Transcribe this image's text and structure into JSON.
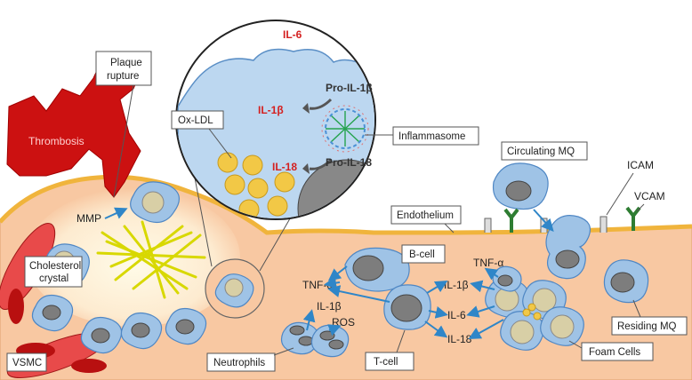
{
  "labels": {
    "il6_top": "IL-6",
    "il1b_big": "IL-1β",
    "pro_il1b": "Pro-IL-1β",
    "pro_il18": "Pro-IL-18",
    "il18_small": "IL-18",
    "ox_ldl": "Ox-LDL",
    "inflammasome": "Inflammasome",
    "plaque_rupture_1": "Plaque",
    "plaque_rupture_2": "rupture",
    "thrombosis": "Thrombosis",
    "mmp": "MMP",
    "cholesterol_1": "Cholesterol",
    "cholesterol_2": "crystal",
    "circulating_mq": "Circulating MQ",
    "icam": "ICAM",
    "vcam": "VCAM",
    "endothelium": "Endothelium",
    "b_cell": "B-cell",
    "tnf_a_left": "TNF-α",
    "tnf_a_right": "TNF-α",
    "il1b_left": "IL-1β",
    "il1b_mid": "IL-1β",
    "ros": "ROS",
    "il6_mid": "IL-6",
    "il18_mid": "IL-18",
    "residing_mq": "Residing MQ",
    "vsmc": "VSMC",
    "neutrophils": "Neutrophils",
    "t_cell": "T-cell",
    "foam_cells": "Foam Cells"
  },
  "colors": {
    "tissue": "#f8c8a2",
    "endothelium": "#f0b43c",
    "thrombus": "#cc1111",
    "cell_fill": "#9fc3e6",
    "arrow": "#2f86c8",
    "cytokine_red": "#d42020",
    "ldl": "#f2c846",
    "crystal": "#f0f033"
  }
}
